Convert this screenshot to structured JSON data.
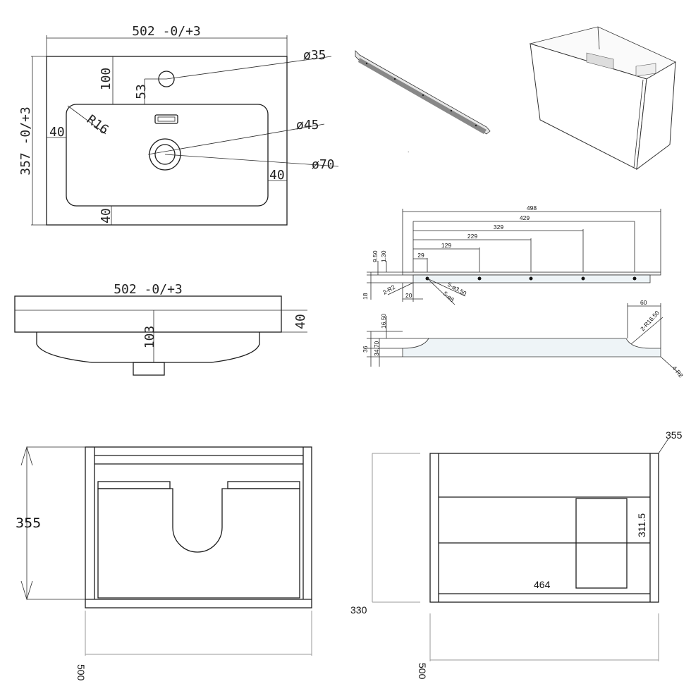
{
  "basin_top_view": {
    "width_dim": "502 -0/+3",
    "depth_dim": "357 -0/+3",
    "tap_hole_dia": "ø35",
    "drain_dia": "ø45",
    "drain_outer_dia": "ø70",
    "tap_offset_top": "100",
    "tap_offset_bowl": "53",
    "corner_radius": "R16",
    "rim_left": "40",
    "rim_right": "40",
    "rim_bottom": "40"
  },
  "basin_side_view": {
    "width_dim": "502 -0/+3",
    "thickness_dim": "40",
    "height_dim": "103"
  },
  "rail_profile": {
    "overall_length": "498",
    "hole_spacing_4": "429",
    "hole_spacing_3": "329",
    "hole_spacing_2": "229",
    "hole_spacing_1": "129",
    "first_hole": "29",
    "top_offset_a": "9.50",
    "top_offset_b": "1.30",
    "height_18": "18",
    "edge_radius": "2-R2",
    "inset_20": "20",
    "hole_a": "5-ø3.50",
    "hole_b": "5-ø6"
  },
  "rail_side": {
    "depth_16": "16.50",
    "height_36": "36",
    "height_34": "34.70",
    "end_length": "60",
    "end_radius": "2-R16.50",
    "corner_radius": "4-R2"
  },
  "cabinet_front": {
    "height_dim": "355",
    "width_dim": "500"
  },
  "cabinet_side": {
    "corner_dim": "355",
    "drawer_height": "311.5",
    "inner_width": "464",
    "depth_dim": "330",
    "width_dim": "500"
  }
}
